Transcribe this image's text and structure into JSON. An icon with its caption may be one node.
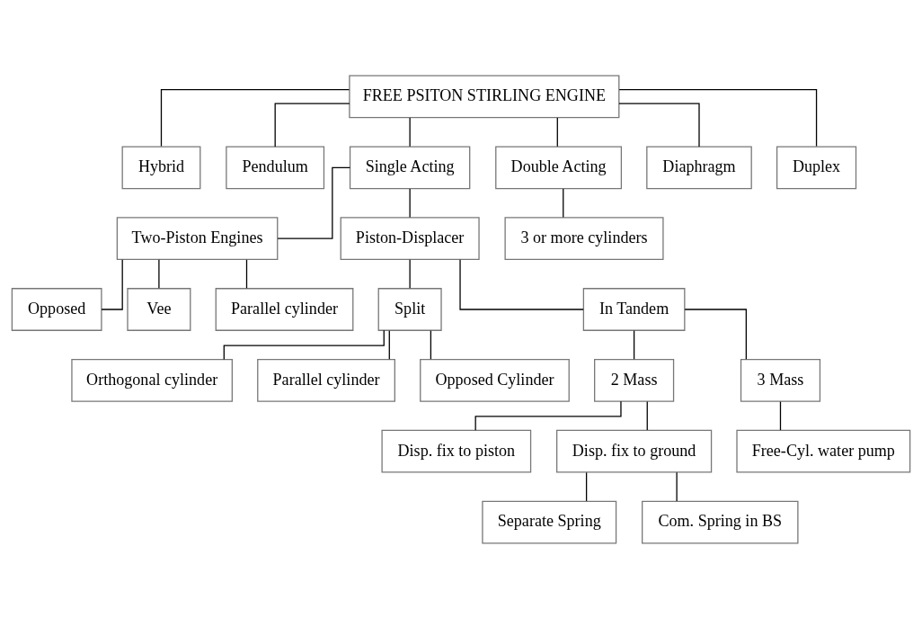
{
  "diagram": {
    "nodes": [
      {
        "text": [
          "FREE PSITON STIRLING ENGINE"
        ]
      },
      {
        "text": [
          "Hybrid"
        ]
      },
      {
        "text": [
          "Pendulum"
        ]
      },
      {
        "text": [
          "Single Acting"
        ]
      },
      {
        "text": [
          "Double Acting"
        ]
      },
      {
        "text": [
          "Diaphragm"
        ]
      },
      {
        "text": [
          "Duplex"
        ]
      },
      {
        "text": [
          "Two-Piston Engines"
        ]
      },
      {
        "text": [
          "Piston-Displacer"
        ]
      },
      {
        "text": [
          "3 or more cylinders"
        ]
      },
      {
        "text": [
          "Opposed"
        ]
      },
      {
        "text": [
          "Vee"
        ]
      },
      {
        "text": [
          "Parallel cylinder"
        ]
      },
      {
        "text": [
          "Split"
        ]
      },
      {
        "text": [
          "In Tandem"
        ]
      },
      {
        "text": [
          "Orthogonal cylinder"
        ]
      },
      {
        "text": [
          "Parallel cylinder"
        ]
      },
      {
        "text": [
          "Opposed Cylinder"
        ]
      },
      {
        "text": [
          "2 Mass"
        ]
      },
      {
        "text": [
          "3 Mass"
        ]
      },
      {
        "text": [
          "Disp. fix to piston"
        ]
      },
      {
        "text": [
          "Disp. fix to ground"
        ]
      },
      {
        "text": [
          "Free-Cyl. water pump"
        ]
      },
      {
        "text": [
          "Separate Spring"
        ]
      },
      {
        "text": [
          "Com. Spring in BS"
        ]
      }
    ],
    "edges": [
      {
        "from": 0,
        "to": 1,
        "arrow": "none"
      },
      {
        "from": 0,
        "to": 2,
        "arrow": "none"
      },
      {
        "from": 0,
        "to": 3,
        "arrow": "none"
      },
      {
        "from": 0,
        "to": 4,
        "arrow": "none"
      },
      {
        "from": 0,
        "to": 5,
        "arrow": "none"
      },
      {
        "from": 0,
        "to": 6,
        "arrow": "none"
      },
      {
        "from": 3,
        "to": 7,
        "arrow": "none"
      },
      {
        "from": 3,
        "to": 8,
        "arrow": "none"
      },
      {
        "from": 4,
        "to": 9,
        "arrow": "none"
      },
      {
        "from": 7,
        "to": 10,
        "arrow": "none"
      },
      {
        "from": 7,
        "to": 11,
        "arrow": "none"
      },
      {
        "from": 7,
        "to": 12,
        "arrow": "none"
      },
      {
        "from": 8,
        "to": 13,
        "arrow": "none"
      },
      {
        "from": 8,
        "to": 14,
        "arrow": "none"
      },
      {
        "from": 13,
        "to": 15,
        "arrow": "none"
      },
      {
        "from": 13,
        "to": 16,
        "arrow": "none"
      },
      {
        "from": 13,
        "to": 17,
        "arrow": "none"
      },
      {
        "from": 14,
        "to": 18,
        "arrow": "none"
      },
      {
        "from": 14,
        "to": 19,
        "arrow": "none"
      },
      {
        "from": 18,
        "to": 20,
        "arrow": "none"
      },
      {
        "from": 18,
        "to": 21,
        "arrow": "none"
      },
      {
        "from": 19,
        "to": 22,
        "arrow": "none"
      },
      {
        "from": 21,
        "to": 23,
        "arrow": "none"
      },
      {
        "from": 21,
        "to": 24,
        "arrow": "none"
      }
    ]
  }
}
